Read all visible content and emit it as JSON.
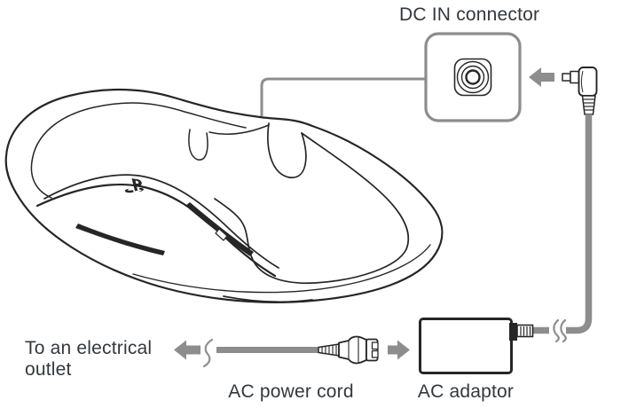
{
  "labels": {
    "dc_in_connector": "DC IN connector",
    "electrical_outlet": "To an electrical outlet",
    "ac_power_cord": "AC power cord",
    "ac_adaptor": "AC adaptor"
  },
  "colors": {
    "callout_gray": "#8d8d8d",
    "line_art_dark": "#262626",
    "label_text": "#33383d",
    "background": "#ffffff"
  },
  "icons": {
    "playstation_logo": "playstation-logo-icon",
    "dc_jack": "dc-jack-icon",
    "dc_plug": "dc-plug-icon",
    "ac_plug": "ac-plug-icon",
    "arrow_left": "arrow-left-icon",
    "arrow_right": "arrow-right-icon",
    "cable_break": "cable-break-icon"
  }
}
